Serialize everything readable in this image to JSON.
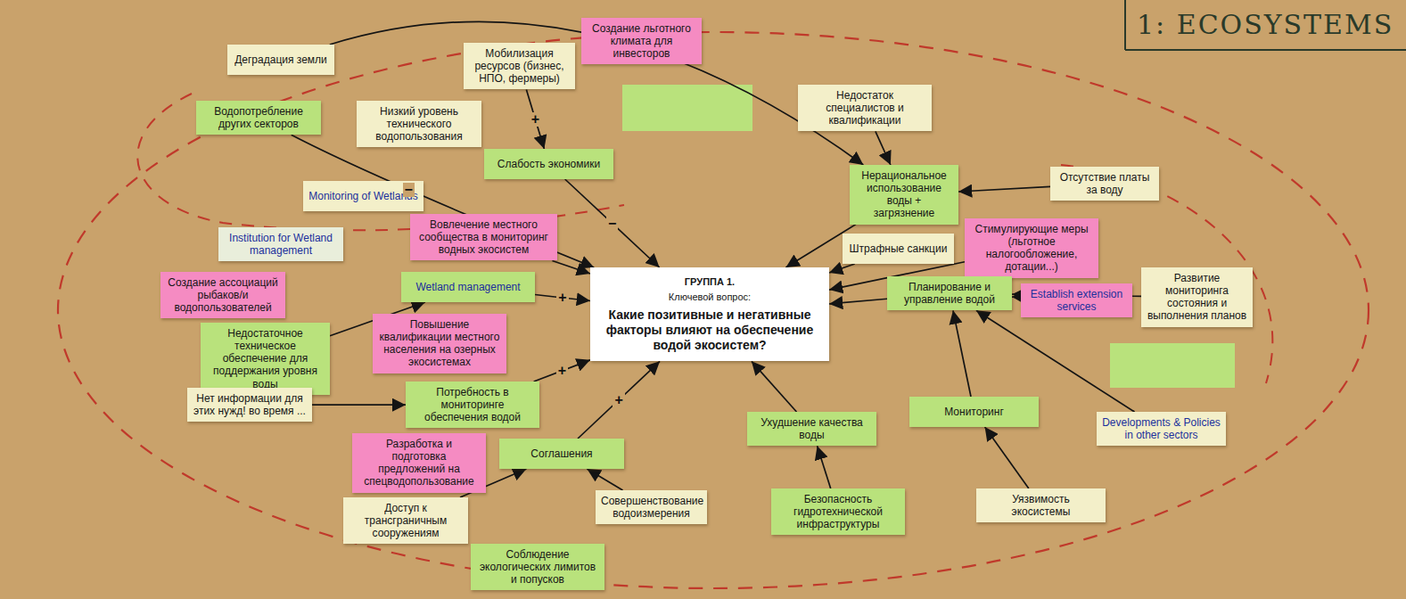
{
  "diagram": {
    "nodes": [
      {
        "text": [
          "Деградация земли"
        ]
      },
      {
        "text": [
          "Создание льготного климата для инвесторов"
        ]
      },
      {
        "text": [
          "Мобилизация ресурсов (бизнес, НПО, фермеры)"
        ]
      },
      {
        "text": [
          "Недостаток специалистов и квалификации"
        ]
      },
      {
        "text": [
          "Водопотребление других секторов"
        ]
      },
      {
        "text": [
          "Низкий уровень технического водопользования"
        ]
      },
      {
        "text": [
          "Слабость экономики"
        ]
      },
      {
        "text": [
          "Отсутствие платы за воду"
        ]
      },
      {
        "text": [
          "Нерациональное использование воды + загрязнение"
        ]
      },
      {
        "text": [
          "Monitoring of Wetlands"
        ]
      },
      {
        "text": [
          "Стимулирующие меры (льготное налогообложение, дотации...)"
        ]
      },
      {
        "text": [
          "Вовлечение местного сообщества в мониторинг водных экосистем"
        ]
      },
      {
        "text": [
          "Institution for Wetland management"
        ]
      },
      {
        "text": [
          "Штрафные санкции"
        ]
      },
      {
        "text": [
          "Establish extension services"
        ]
      },
      {
        "text": [
          "Создание ассоциаций рыбаков/и водопользователей"
        ]
      },
      {
        "text": [
          "ГРУППА 1.",
          "Ключевой вопрос:",
          "Какие позитивные и негативные факторы влияют на обеспечение водой экосистем?"
        ]
      },
      {
        "text": [
          "Развитие мониторинга состояния и выполнения планов"
        ]
      },
      {
        "text": [
          "Wetland management"
        ]
      },
      {
        "text": [
          "Планирование и управление водой"
        ]
      },
      {
        "text": [
          "Недостаточное техническое обеспечение для поддержания уровня воды"
        ]
      },
      {
        "text": [
          "Повышение квалификации местного населения на озерных экосистемах"
        ]
      },
      {
        "text": [
          "Нет информации для этих нужд! во время ..."
        ]
      },
      {
        "text": [
          "Потребность в мониторинге обеспечения водой"
        ]
      },
      {
        "text": [
          "Мониторинг"
        ]
      },
      {
        "text": [
          "Ухудшение качества воды"
        ]
      },
      {
        "text": [
          "Developments & Policies in other sectors"
        ]
      },
      {
        "text": [
          "Разработка и подготовка предложений на спецводопользование"
        ]
      },
      {
        "text": [
          "Соглашения"
        ]
      },
      {
        "text": [
          "Безопасность гидротехнической инфраструктуры"
        ]
      },
      {
        "text": [
          "Уязвимость экосистемы"
        ]
      },
      {
        "text": [
          "Доступ к трансграничным сооружениям"
        ]
      },
      {
        "text": [
          "Совершенствование водоизмерения"
        ]
      },
      {
        "text": [
          "Соблюдение экологических лимитов и попусков"
        ]
      }
    ],
    "edges": [
      {
        "from": 2,
        "to": 6,
        "arrow": "to",
        "label": "+"
      },
      {
        "from": 6,
        "to": 16,
        "arrow": "to",
        "label": "−"
      },
      {
        "from": 0,
        "to": 8,
        "arrow": "to"
      },
      {
        "from": 3,
        "to": 8,
        "arrow": "to"
      },
      {
        "from": 7,
        "to": 8,
        "arrow": "to"
      },
      {
        "from": 8,
        "to": 16,
        "arrow": "to"
      },
      {
        "from": 13,
        "to": 16,
        "arrow": "to"
      },
      {
        "from": 19,
        "to": 16,
        "arrow": "to"
      },
      {
        "from": 14,
        "to": 19,
        "arrow": "to"
      },
      {
        "from": 17,
        "to": 19,
        "arrow": "to"
      },
      {
        "from": 24,
        "to": 19,
        "arrow": "to"
      },
      {
        "from": 26,
        "to": 19,
        "arrow": "to"
      },
      {
        "from": 25,
        "to": 16,
        "arrow": "to"
      },
      {
        "from": 29,
        "to": 25,
        "arrow": "to"
      },
      {
        "from": 30,
        "to": 24,
        "arrow": "to"
      },
      {
        "from": 28,
        "to": 16,
        "arrow": "to",
        "label": "+"
      },
      {
        "from": 31,
        "to": 28,
        "arrow": "to"
      },
      {
        "from": 32,
        "to": 28,
        "arrow": "to"
      },
      {
        "from": 23,
        "to": 16,
        "arrow": "to",
        "label": "+"
      },
      {
        "from": 22,
        "to": 23,
        "arrow": "to"
      },
      {
        "from": 18,
        "to": 16,
        "arrow": "to",
        "label": "+"
      },
      {
        "from": 20,
        "to": 18,
        "arrow": "to"
      },
      {
        "from": 4,
        "to": 16,
        "arrow": "to",
        "label": "−"
      },
      {
        "from": 11,
        "to": 16,
        "arrow": "to"
      },
      {
        "from": 10,
        "to": 16,
        "arrow": "to"
      }
    ],
    "labels": [
      "1: ECOSYSTEMS"
    ]
  }
}
